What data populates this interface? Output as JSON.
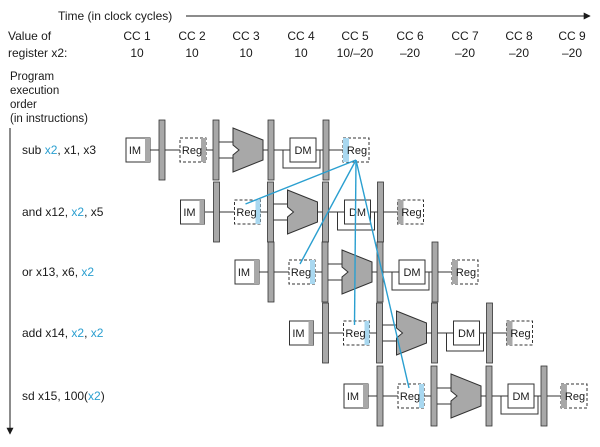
{
  "header": {
    "time_label": "Time (in clock cycles)",
    "value_label_line1": "Value of",
    "value_label_line2": "register x2:",
    "cycles": [
      "CC 1",
      "CC 2",
      "CC 3",
      "CC 4",
      "CC 5",
      "CC 6",
      "CC 7",
      "CC 8",
      "CC 9"
    ],
    "register_values": [
      "10",
      "10",
      "10",
      "10",
      "10/–20",
      "–20",
      "–20",
      "–20",
      "–20"
    ]
  },
  "side_label": [
    "Program",
    "execution",
    "order",
    "(in instructions)"
  ],
  "stage_labels": {
    "im": "IM",
    "reg": "Reg",
    "dm": "DM"
  },
  "instructions": [
    {
      "parts": [
        {
          "text": "sub ",
          "hl": false
        },
        {
          "text": "x2",
          "hl": true
        },
        {
          "text": ", x1, x3",
          "hl": false
        }
      ]
    },
    {
      "parts": [
        {
          "text": "and x12, ",
          "hl": false
        },
        {
          "text": "x2",
          "hl": true
        },
        {
          "text": ", x5",
          "hl": false
        }
      ]
    },
    {
      "parts": [
        {
          "text": "or x13, x6, ",
          "hl": false
        },
        {
          "text": "x2",
          "hl": true
        }
      ]
    },
    {
      "parts": [
        {
          "text": "add x14, ",
          "hl": false
        },
        {
          "text": "x2",
          "hl": true
        },
        {
          "text": ", ",
          "hl": false
        },
        {
          "text": "x2",
          "hl": true
        }
      ]
    },
    {
      "parts": [
        {
          "text": "sd x15, 100(",
          "hl": false
        },
        {
          "text": "x2",
          "hl": true
        },
        {
          "text": ")",
          "hl": false
        }
      ]
    }
  ],
  "colors": {
    "highlight": "#2a9fd0",
    "highlight_fill": "#a9d8f0",
    "stage_fill": "#a8a8a8",
    "text": "#1a1a1a"
  }
}
